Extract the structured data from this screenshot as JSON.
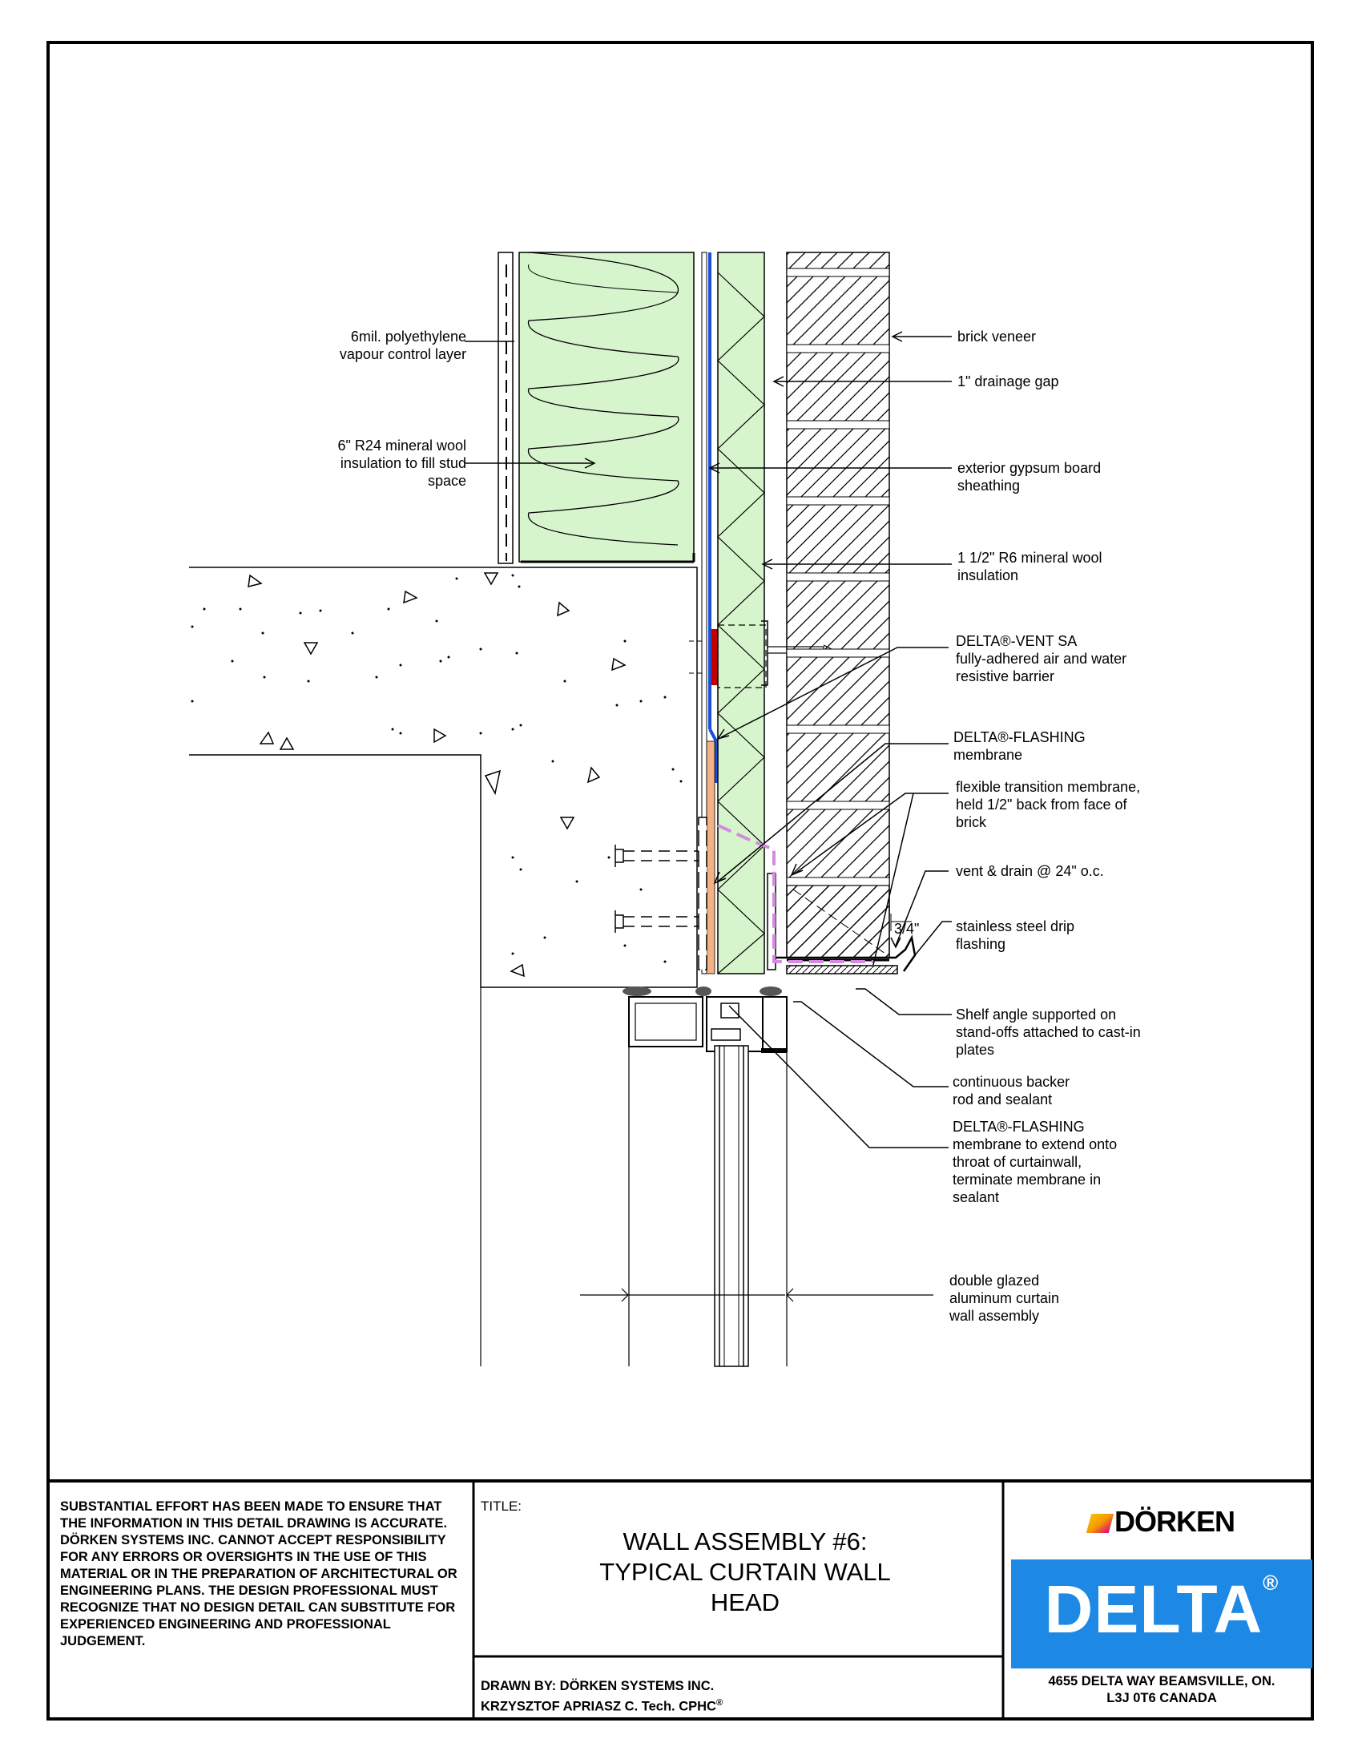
{
  "labels": {
    "vapour_control_1": "6mil. polyethylene",
    "vapour_control_2": "vapour control layer",
    "stud_insulation_1": "6\"  R24 mineral wool",
    "stud_insulation_2": "insulation to fill stud",
    "stud_insulation_3": "space",
    "brick_veneer": "brick veneer",
    "drainage_gap": "1\" drainage gap",
    "sheathing_1": "exterior gypsum board",
    "sheathing_2": "sheathing",
    "ci_insulation_1": "1 1/2\" R6 mineral wool",
    "ci_insulation_2": "insulation",
    "vent_sa_1": "DELTA®-VENT SA",
    "vent_sa_2": "fully-adhered air and water",
    "vent_sa_3": "resistive barrier",
    "flashing_membrane_1": "DELTA®-FLASHING",
    "flashing_membrane_2": "membrane",
    "transition_1": "flexible transition membrane,",
    "transition_2": "held 1/2\" back from face of",
    "transition_3": "brick",
    "vent_drain": "vent & drain @ 24\" o.c.",
    "dimension": "3/4\"",
    "drip_1": "stainless steel drip",
    "drip_2": "flashing",
    "shelf_1": "Shelf angle supported on",
    "shelf_2": "stand-offs attached to cast-in",
    "shelf_3": "plates",
    "backer_1": "continuous backer",
    "backer_2": "rod and sealant",
    "throat_1": "DELTA®-FLASHING",
    "throat_2": "membrane to extend onto",
    "throat_3": "throat of curtainwall,",
    "throat_4": "terminate membrane in",
    "throat_5": "sealant",
    "curtain_1": "double glazed",
    "curtain_2": "aluminum curtain",
    "curtain_3": "wall assembly"
  },
  "title_block": {
    "disclaimer": "SUBSTANTIAL EFFORT HAS BEEN MADE TO ENSURE THAT THE INFORMATION IN THIS DETAIL DRAWING IS ACCURATE. DÖRKEN SYSTEMS INC. CANNOT ACCEPT RESPONSIBILITY FOR ANY ERRORS OR OVERSIGHTS IN THE USE OF THIS MATERIAL OR IN THE PREPARATION OF ARCHITECTURAL OR ENGINEERING PLANS. THE DESIGN PROFESSIONAL MUST RECOGNIZE THAT NO DESIGN DETAIL CAN SUBSTITUTE FOR EXPERIENCED ENGINEERING AND PROFESSIONAL JUDGEMENT.",
    "title_label": "TITLE:",
    "title_line1": "WALL ASSEMBLY #6:",
    "title_line2": "TYPICAL CURTAIN WALL",
    "title_line3": "HEAD",
    "drawn_by": "DRAWN BY: DÖRKEN SYSTEMS INC.",
    "drafter": "KRZYSZTOF APRIASZ C. Tech. CPHC",
    "drafter_mark": "®",
    "logo_top": "DÖRKEN",
    "logo_main": "DELTA",
    "logo_mark": "®",
    "address_1": "4655 DELTA WAY BEAMSVILLE, ON.",
    "address_2": "L3J 0T6 CANADA"
  },
  "colors": {
    "insulation": "#d7f5cc",
    "air_barrier": "#1a4fd6",
    "flashing": "#f4b184",
    "transition": "#d58be0",
    "red_tape": "#c00000",
    "brand_blue": "#1e88e5"
  }
}
